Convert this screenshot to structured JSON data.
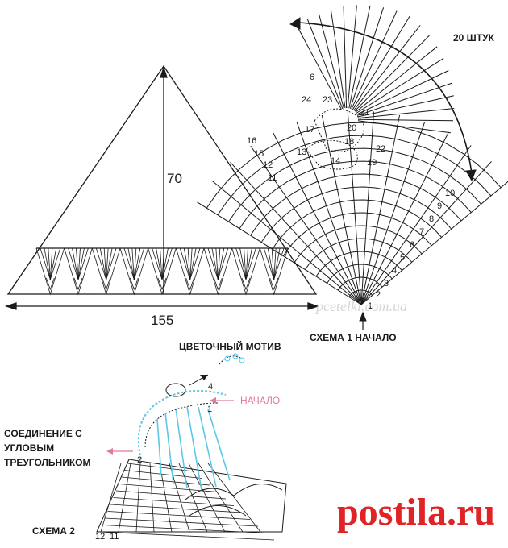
{
  "triangle": {
    "height_label": "70",
    "width_label": "155"
  },
  "schema1": {
    "fan_count_label": "20 ШТУК",
    "title": "СХЕМА 1 НАЧАЛО",
    "rows_right": [
      "1",
      "2",
      "3",
      "4",
      "5",
      "6",
      "7",
      "8",
      "9",
      "10"
    ],
    "rows_left": [
      "11",
      "12",
      "13",
      "15",
      "16",
      "17",
      "24",
      "23",
      "21",
      "20",
      "18",
      "22",
      "14",
      "19",
      "6"
    ]
  },
  "schema2": {
    "motif_title": "ЦВЕТОЧНЫЙ МОТИВ",
    "start_label": "НАЧАЛО",
    "connection_label": [
      "СОЕДИНЕНИЕ С",
      "УГЛОВЫМ",
      "ТРЕУГОЛЬНИКОМ"
    ],
    "title": "СХЕМА 2",
    "rows": [
      "4",
      "1",
      "2",
      "12",
      "11"
    ]
  },
  "watermark": "pcetelki.com.ua",
  "logo": "postila.ru",
  "colors": {
    "line": "#1a1a1a",
    "blue": "#5bc8e6",
    "pink": "#e07a9a",
    "logo": "#e02426"
  }
}
